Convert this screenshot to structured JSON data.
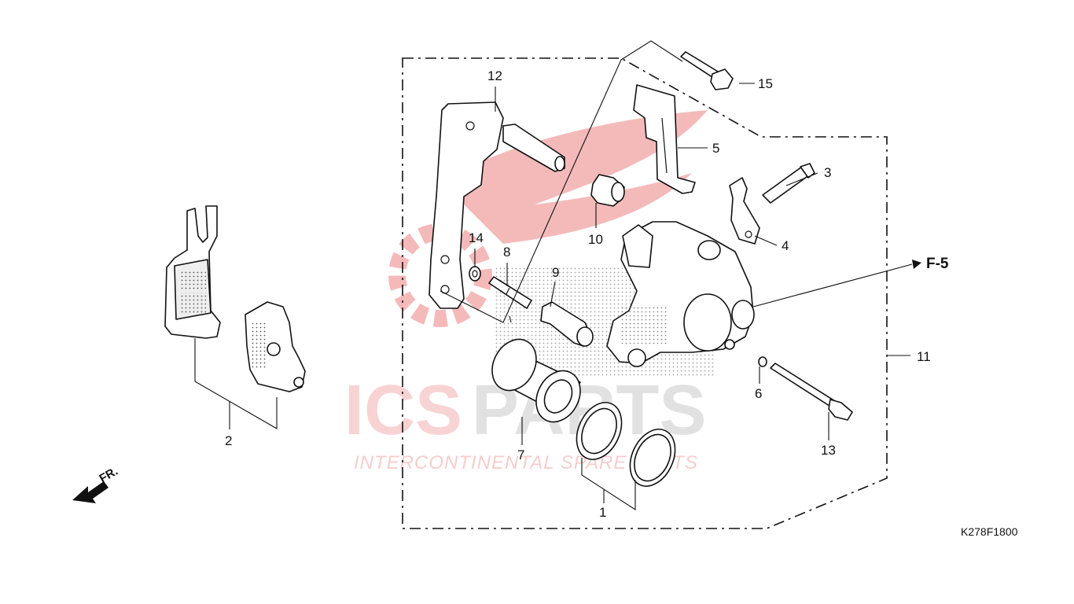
{
  "watermark": {
    "brand_left": "ICS",
    "brand_right": "PARTS",
    "tagline": "INTERCONTINENTAL SPARE PARTS",
    "brand_color": "#e03a3a",
    "shadow_color": "#d9d9d9"
  },
  "diagram_code": "K278F1800",
  "reference": "F-5",
  "direction": "FR.",
  "callouts": [
    {
      "id": "1",
      "label": "1"
    },
    {
      "id": "2",
      "label": "2"
    },
    {
      "id": "3",
      "label": "3"
    },
    {
      "id": "4",
      "label": "4"
    },
    {
      "id": "5",
      "label": "5"
    },
    {
      "id": "6",
      "label": "6"
    },
    {
      "id": "7",
      "label": "7"
    },
    {
      "id": "8",
      "label": "8"
    },
    {
      "id": "9",
      "label": "9"
    },
    {
      "id": "10",
      "label": "10"
    },
    {
      "id": "11",
      "label": "11"
    },
    {
      "id": "12",
      "label": "12"
    },
    {
      "id": "13",
      "label": "13"
    },
    {
      "id": "14",
      "label": "14"
    },
    {
      "id": "15",
      "label": "15"
    }
  ]
}
